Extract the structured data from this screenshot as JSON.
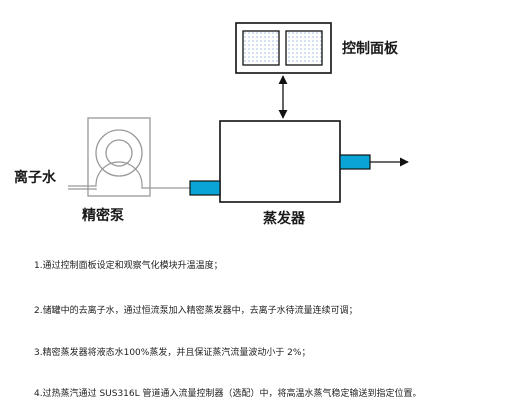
{
  "labels": {
    "control_panel": "控制面板",
    "deionized_water": "离子水",
    "precision_pump": "精密泵",
    "evaporator": "蒸发器"
  },
  "steps": [
    "1.通过控制面板设定和观察气化模块升温温度；",
    "2.储罐中的去离子水，通过恒流泵加入精密蒸发器中，去离子水待流量连续可调；",
    "3.精密蒸发器将液态水100%蒸发，并且保证蒸汽流量波动小于 2%；",
    "4.过热蒸汽通过 SUS316L 管道通入流量控制器（选配）中，将高温水蒸气稳定输送到指定位置。"
  ],
  "colors": {
    "connector": "#0aa5d6",
    "stroke": "#111111",
    "pump_outline": "#999999",
    "dots": "#3a6fb0"
  },
  "icons": [
    "peristaltic-pump-icon",
    "double-arrow-icon",
    "output-arrow-icon"
  ]
}
